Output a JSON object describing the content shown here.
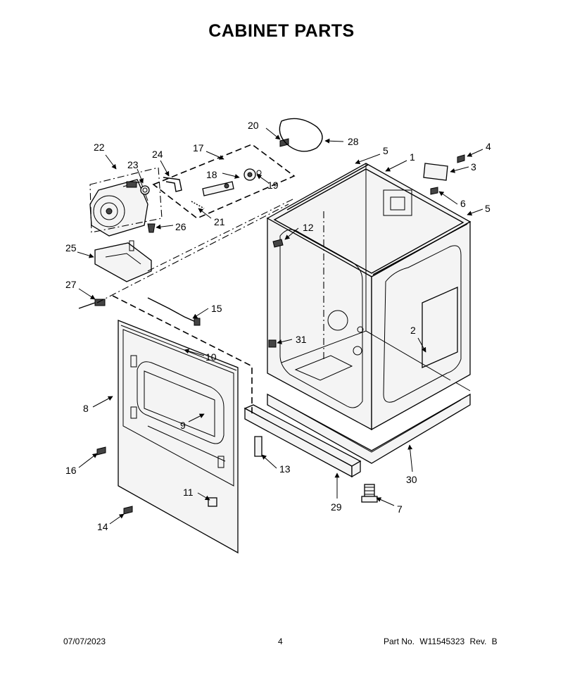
{
  "title": "CABINET PARTS",
  "callouts": {
    "c1": "1",
    "c2": "2",
    "c3": "3",
    "c4": "4",
    "c5a": "5",
    "c5b": "5",
    "c6": "6",
    "c7": "7",
    "c8": "8",
    "c9": "9",
    "c10": "10",
    "c11": "11",
    "c12": "12",
    "c13": "13",
    "c14": "14",
    "c15": "15",
    "c16": "16",
    "c17": "17",
    "c18": "18",
    "c19": "19",
    "c20": "20",
    "c21": "21",
    "c22": "22",
    "c23": "23",
    "c24": "24",
    "c25": "25",
    "c26": "26",
    "c27": "27",
    "c28": "28",
    "c29": "29",
    "c30": "30",
    "c31": "31"
  },
  "footer": {
    "date": "07/07/2023",
    "page": "4",
    "part_label": "Part No.",
    "part_number": "W11545323",
    "rev_label": "Rev.",
    "rev_value": "B"
  }
}
